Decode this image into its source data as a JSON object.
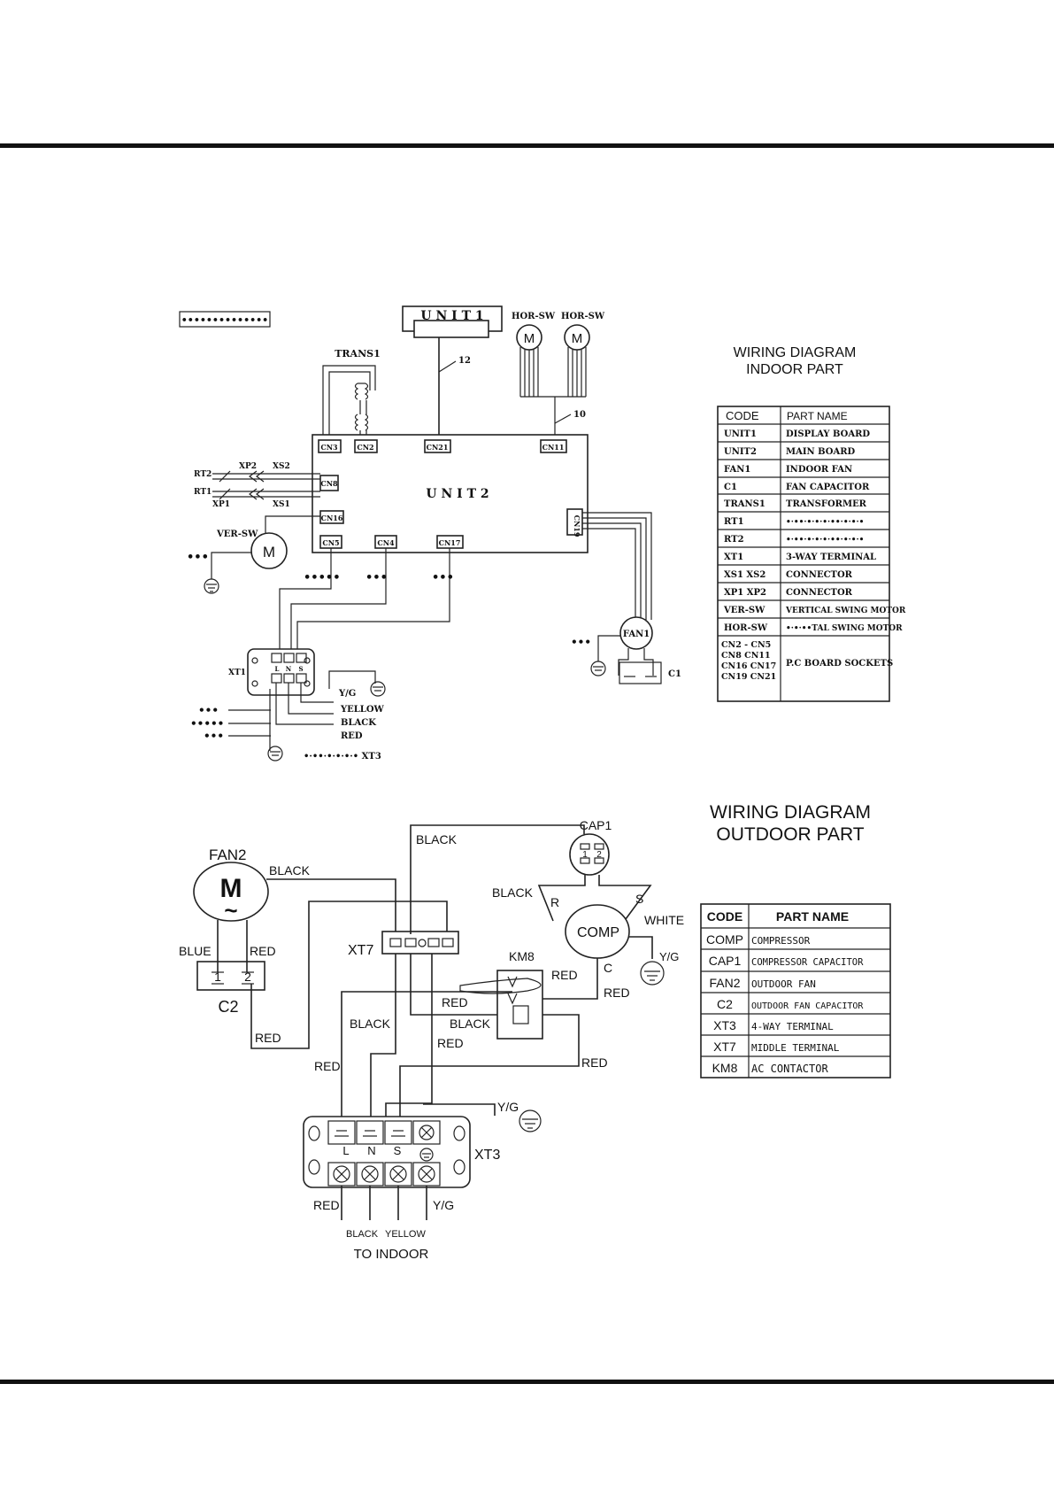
{
  "indoor": {
    "title_line1": "WIRING DIAGRAM",
    "title_line2": "INDOOR PART",
    "dotted_tag": "••••••••••••••",
    "labels": {
      "unit1": "U N I T 1",
      "unit2": "U N I T 2",
      "trans1": "TRANS1",
      "hor_sw_a": "HOR-SW",
      "hor_sw_b": "HOR-SW",
      "ver_sw": "VER-SW",
      "motor": "M",
      "wire12": "12",
      "wire10": "10",
      "rt2": "RT2",
      "rt1": "RT1",
      "xp2": "XP2",
      "xs2": "XS2",
      "xp1": "XP1",
      "xs1": "XS1",
      "xt1": "XT1",
      "fan1": "FAN1",
      "c1": "C1",
      "yg": "Y/G",
      "yellow": "YELLOW",
      "black": "BLACK",
      "red": "RED",
      "xt3_tag": "•·••·•·•·•·• XT3",
      "term_l": "L",
      "term_n": "N",
      "term_s": "S",
      "dots3": "•••",
      "dots5": "•••••"
    },
    "connectors": {
      "cn3": "CN3",
      "cn2": "CN2",
      "cn21": "CN21",
      "cn11": "CN11",
      "cn8": "CN8",
      "cn16": "CN16",
      "cn5": "CN5",
      "cn4": "CN4",
      "cn17": "CN17",
      "cn19": "CN19"
    },
    "table": {
      "col_code": "CODE",
      "col_name": "PART NAME",
      "rows": [
        {
          "code": "UNIT1",
          "name": "DISPLAY BOARD"
        },
        {
          "code": "UNIT2",
          "name": "MAIN BOARD"
        },
        {
          "code": "FAN1",
          "name": "INDOOR FAN"
        },
        {
          "code": "C1",
          "name": "FAN CAPACITOR"
        },
        {
          "code": "TRANS1",
          "name": "TRANSFORMER"
        },
        {
          "code": "RT1",
          "name": "•·••·•·•·•·••·•·•·•"
        },
        {
          "code": "RT2",
          "name": "•·••·•·•·•·••·•·•·•"
        },
        {
          "code": "XT1",
          "name": "3-WAY TERMINAL"
        },
        {
          "code": "XS1 XS2",
          "name": "CONNECTOR"
        },
        {
          "code": "XP1 XP2",
          "name": "CONNECTOR"
        },
        {
          "code": "VER-SW",
          "name": "VERTICAL SWING MOTOR"
        },
        {
          "code": "HOR-SW",
          "name": "•·•·••TAL SWING MOTOR"
        }
      ],
      "last_row": {
        "codes": [
          "CN2 - CN5",
          "CN8  CN11",
          "CN16 CN17",
          "CN19 CN21"
        ],
        "name": "P.C BOARD SOCKETS"
      }
    }
  },
  "outdoor": {
    "title_line1": "WIRING DIAGRAM",
    "title_line2": "OUTDOOR PART",
    "labels": {
      "fan2": "FAN2",
      "motor": "M",
      "tilde": "~",
      "cap1": "CAP1",
      "comp": "COMP",
      "xt7": "XT7",
      "km8": "KM8",
      "c2": "C2",
      "xt3": "XT3",
      "blue": "BLUE",
      "red": "RED",
      "black": "BLACK",
      "white": "WHITE",
      "yellow": "YELLOW",
      "yg": "Y/G",
      "r": "R",
      "s": "S",
      "c": "C",
      "one": "1",
      "two": "2",
      "term_l": "L",
      "term_n": "N",
      "term_s": "S",
      "to_indoor": "TO INDOOR"
    },
    "table": {
      "col_code": "CODE",
      "col_name": "PART NAME",
      "rows": [
        {
          "code": "COMP",
          "name": "COMPRESSOR"
        },
        {
          "code": "CAP1",
          "name": "COMPRESSOR CAPACITOR"
        },
        {
          "code": "FAN2",
          "name": "OUTDOOR FAN"
        },
        {
          "code": "C2",
          "name": "OUTDOOR FAN CAPACITOR"
        },
        {
          "code": "XT3",
          "name": "4-WAY TERMINAL"
        },
        {
          "code": "XT7",
          "name": "MIDDLE TERMINAL"
        },
        {
          "code": "KM8",
          "name": "AC CONTACTOR"
        }
      ]
    }
  }
}
